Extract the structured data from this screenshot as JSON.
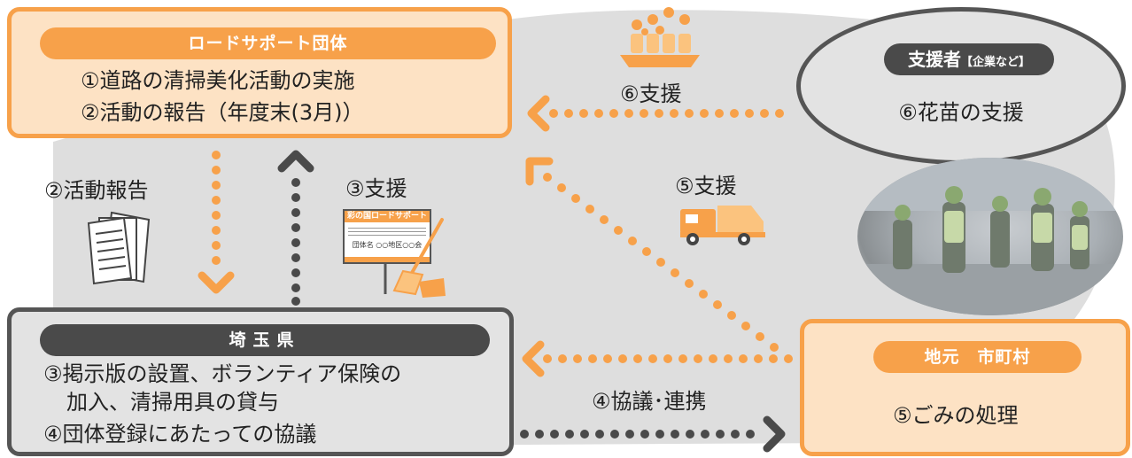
{
  "road_group": {
    "title": "ロードサポート団体",
    "line1": "①道路の清掃美化活動の実施",
    "line2": "②活動の報告（年度末(3月)）"
  },
  "prefecture": {
    "title": "埼玉県",
    "line1": "③掲示版の設置、ボランティア保険の",
    "line2": "加入、清掃用具の貸与",
    "line3": "④団体登録にあたっての協議"
  },
  "municipality": {
    "title": "地元　市町村",
    "line1": "⑤ごみの処理"
  },
  "supporter": {
    "title": "支援者",
    "title_note": "【企業など】",
    "line1": "⑥花苗の支援"
  },
  "flows": {
    "support_6": "⑥支援",
    "report_2": "②活動報告",
    "support_3": "③支援",
    "support_5": "⑤支援",
    "consult_4": "④協議･連携"
  },
  "sign": {
    "title": "彩の国ロードサポート",
    "org": "団体名 ○○地区○○会"
  },
  "icons": [
    "flower-tray-icon",
    "document-stack-icon",
    "sign-board-icon",
    "broom-dustpan-icon",
    "garbage-truck-icon",
    "volunteer-photo"
  ],
  "colors": {
    "orange": "#f7a14a",
    "orange_fill": "#fde2c4",
    "dark": "#4a4a4a",
    "gray_fill": "#e3e3e3"
  }
}
